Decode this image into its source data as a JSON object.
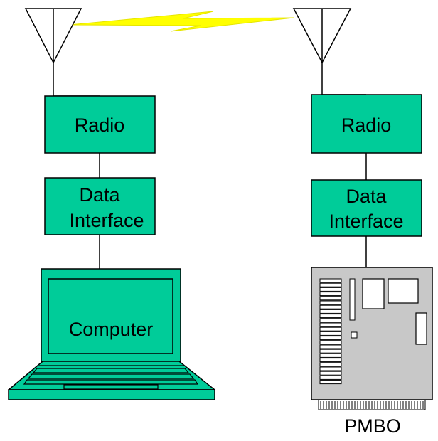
{
  "left_stack": {
    "radio_label": "Radio",
    "interface_line1": "Data",
    "interface_line2": "Interface",
    "computer_label": "Computer"
  },
  "right_stack": {
    "radio_label": "Radio",
    "interface_line1": "Data",
    "interface_line2": "Interface",
    "device_label": "PMBO"
  },
  "colors": {
    "box_fill": "#00cc99",
    "link_bolt": "#ffff00",
    "device_fill": "#c8c8c8",
    "outline": "#000000"
  },
  "icons": [
    "antenna-icon",
    "lightning-link-icon",
    "laptop-icon",
    "circuit-board-icon"
  ]
}
